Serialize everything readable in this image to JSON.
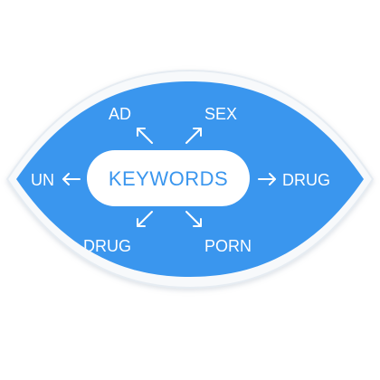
{
  "diagram": {
    "center_label": "KEYWORDS",
    "keywords": {
      "top_left": "AD",
      "top_right": "SEX",
      "left": "UN",
      "right": "DRUG",
      "bottom_left": "DRUG",
      "bottom_right": "PORN"
    },
    "arrow_glyphs": {
      "left": "←",
      "right": "→"
    },
    "colors": {
      "ellipse_fill": "#3a96ee",
      "ellipse_border": "#e6ecf2",
      "text": "#ffffff",
      "center_text": "#3a96ee",
      "pill_fill": "#ffffff"
    }
  }
}
